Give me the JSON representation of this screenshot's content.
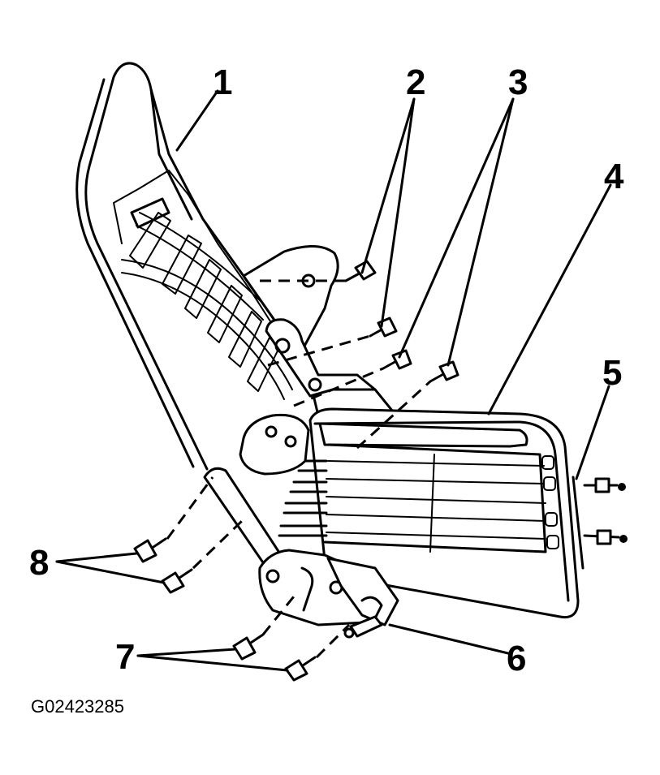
{
  "figure_id": "G02423285",
  "callouts": [
    "1",
    "2",
    "3",
    "4",
    "5",
    "6",
    "7",
    "8"
  ]
}
